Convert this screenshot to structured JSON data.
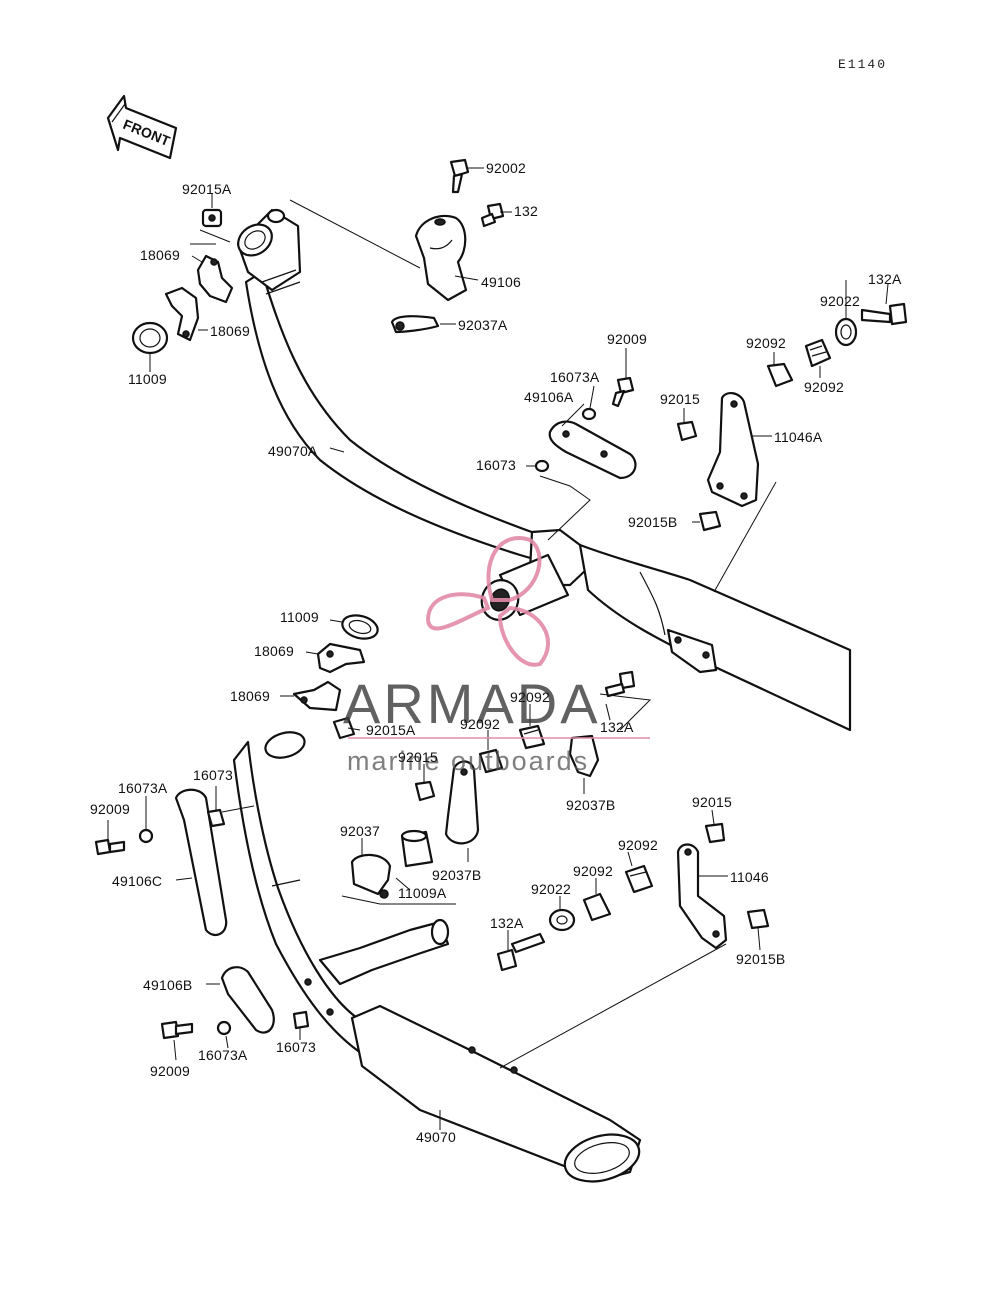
{
  "diagram_code": "E1140",
  "direction_label": "FRONT",
  "watermark": {
    "title": "ARMADA",
    "subtitle": "marine outboards",
    "accent_color": "#e38aa8"
  },
  "labels": {
    "p92002": "92002",
    "p132_top": "132",
    "p49106": "49106",
    "p92037A": "92037A",
    "p92015A_top": "92015A",
    "p18069_top1": "18069",
    "p18069_top2": "18069",
    "p11009_top": "11009",
    "p49070A": "49070A",
    "p92009_top": "92009",
    "p16073A_top": "16073A",
    "p49106A": "49106A",
    "p16073_top": "16073",
    "p132A_top": "132A",
    "p92022_top": "92022",
    "p92092_top1": "92092",
    "p92092_top2": "92092",
    "p92015_top": "92015",
    "p11046A": "11046A",
    "p92015B_top": "92015B",
    "p11009_mid": "11009",
    "p18069_mid1": "18069",
    "p18069_mid2": "18069",
    "p92015A_mid": "92015A",
    "p92092_mid1": "92092",
    "p92092_mid2": "92092",
    "p132A_mid": "132A",
    "p92015_mid": "92015",
    "p92037B_mid1": "92037B",
    "p92037B_mid2": "92037B",
    "p16073A_left": "16073A",
    "p16073_left": "16073",
    "p92009_left": "92009",
    "p49106C": "49106C",
    "p92037": "92037",
    "p11009A": "11009A",
    "p92015_right": "92015",
    "p92092_low1": "92092",
    "p11046": "11046",
    "p92092_low2": "92092",
    "p92022_low": "92022",
    "p132A_low": "132A",
    "p92015B_low": "92015B",
    "p49106B": "49106B",
    "p92009_bottom": "92009",
    "p16073A_bottom": "16073A",
    "p16073_bottom": "16073",
    "p49070": "49070"
  },
  "colors": {
    "ink": "#111111",
    "paper": "#ffffff",
    "watermark_pink": "#e38aa8"
  }
}
